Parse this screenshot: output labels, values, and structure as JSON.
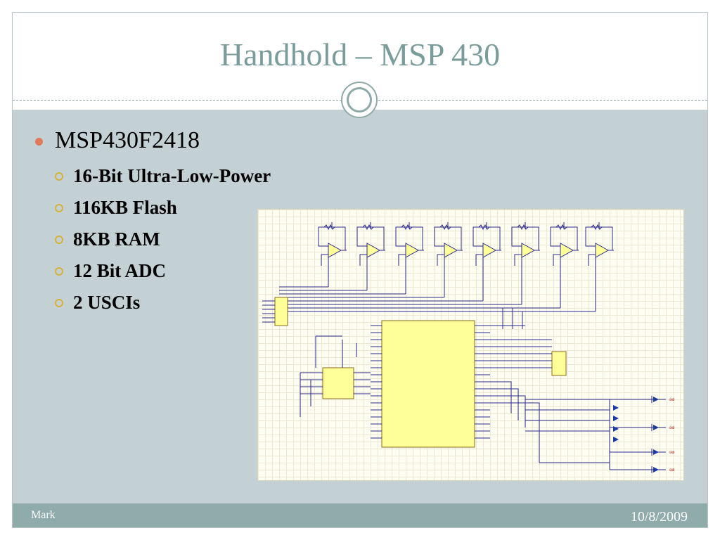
{
  "slide": {
    "title": "Handhold – MSP 430",
    "bullets": {
      "main": "MSP430F2418",
      "sub": [
        "16-Bit Ultra-Low-Power",
        "116KB Flash",
        "8KB RAM",
        "12 Bit ADC",
        "2 USCIs"
      ]
    },
    "footer": {
      "left": "Mark",
      "right": "10/8/2009"
    }
  },
  "colors": {
    "title": "#7a9d9c",
    "content_bg": "#c3d0d4",
    "footer_bg": "#8fabaa",
    "bullet_dot": "#e07a5a",
    "sub_bullet_ring": "#d6b23a"
  },
  "icons": {
    "bullet": "filled-circle-bullet-icon",
    "sub_bullet": "ring-bullet-icon",
    "ornament": "double-circle-ornament-icon"
  }
}
